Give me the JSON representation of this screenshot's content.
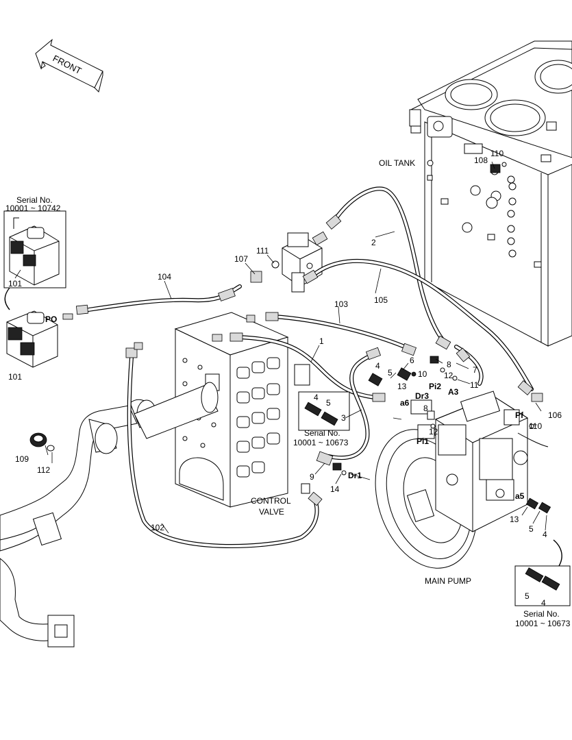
{
  "labels": {
    "front": "FRONT",
    "oil_tank": "OIL TANK",
    "control_valve_1": "CONTROL",
    "control_valve_2": "VALVE",
    "main_pump": "MAIN PUMP",
    "serial_a_1": "Serial No.",
    "serial_a_2": "10001 ~ 10742",
    "serial_b_1": "Serial No.",
    "serial_b_2": "10001 ~ 10673",
    "serial_c_1": "Serial No.",
    "serial_c_2": "10001 ~ 10673"
  },
  "ports": {
    "po": "PO",
    "pi2": "Pi2",
    "pi1": "Pi1",
    "dr3": "Dr3",
    "dr1": "Dr1",
    "a3": "A3",
    "a6": "a6",
    "a5": "a5",
    "pf": "Pf"
  },
  "callouts": {
    "c101a": "101",
    "c101b": "101",
    "c104": "104",
    "c107": "107",
    "c111": "111",
    "c2": "2",
    "c105": "105",
    "c103": "103",
    "c1": "1",
    "c108": "108",
    "c110a": "110",
    "c4a": "4",
    "c6": "6",
    "c8a": "8",
    "c5a": "5",
    "c10": "10",
    "c13a": "13",
    "c12a": "12",
    "c7": "7",
    "c11": "11",
    "c4b": "4",
    "c5b": "5",
    "c3": "3",
    "c8b": "8",
    "c12b": "12",
    "c106": "106",
    "c110b": "110",
    "c9": "9",
    "c14": "14",
    "c109": "109",
    "c112": "112",
    "c102": "102",
    "c13b": "13",
    "c5c": "5",
    "c4c": "4",
    "c5d": "5",
    "c4d": "4"
  }
}
